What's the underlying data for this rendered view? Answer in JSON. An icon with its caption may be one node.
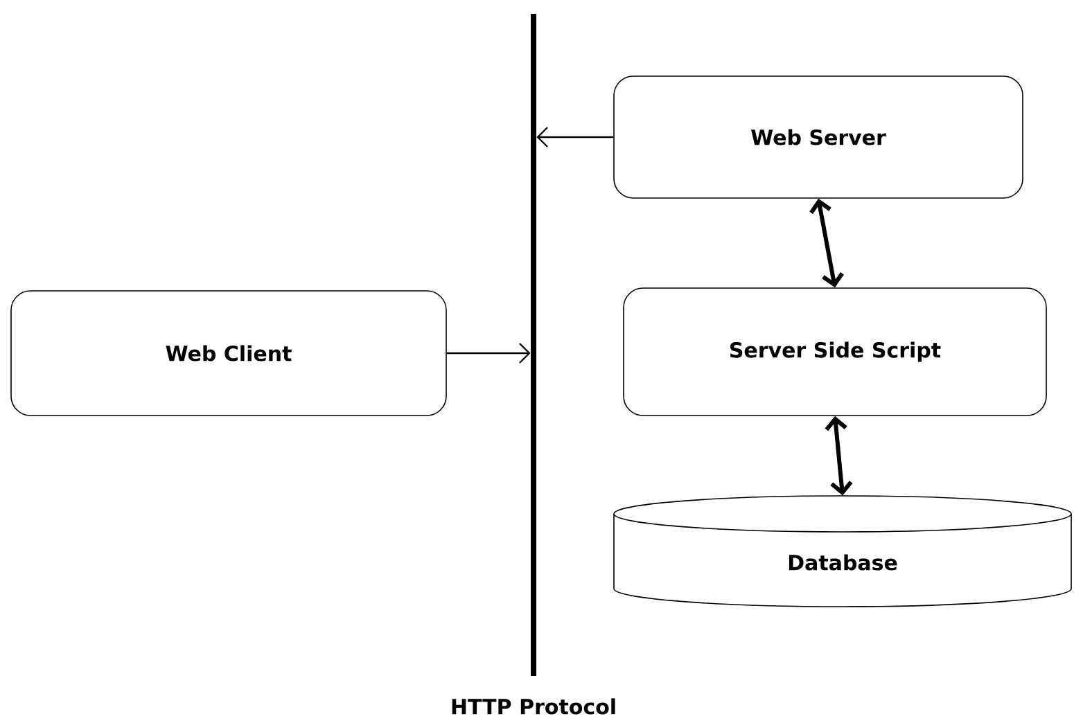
{
  "diagram": {
    "nodes": [
      {
        "text": [
          "Web Client"
        ]
      },
      {
        "text": [
          "HTTP Protocol"
        ]
      },
      {
        "text": [
          "Web Server"
        ]
      },
      {
        "text": [
          "Server Side Script"
        ]
      },
      {
        "text": [
          "Database"
        ]
      }
    ],
    "edges": [
      {
        "from": 0,
        "to": 1,
        "arrow": "to"
      },
      {
        "from": 2,
        "to": 1,
        "arrow": "to"
      },
      {
        "from": 2,
        "to": 3,
        "arrow": "both",
        "style": "thick"
      },
      {
        "from": 3,
        "to": 4,
        "arrow": "both",
        "style": "thick"
      }
    ]
  }
}
